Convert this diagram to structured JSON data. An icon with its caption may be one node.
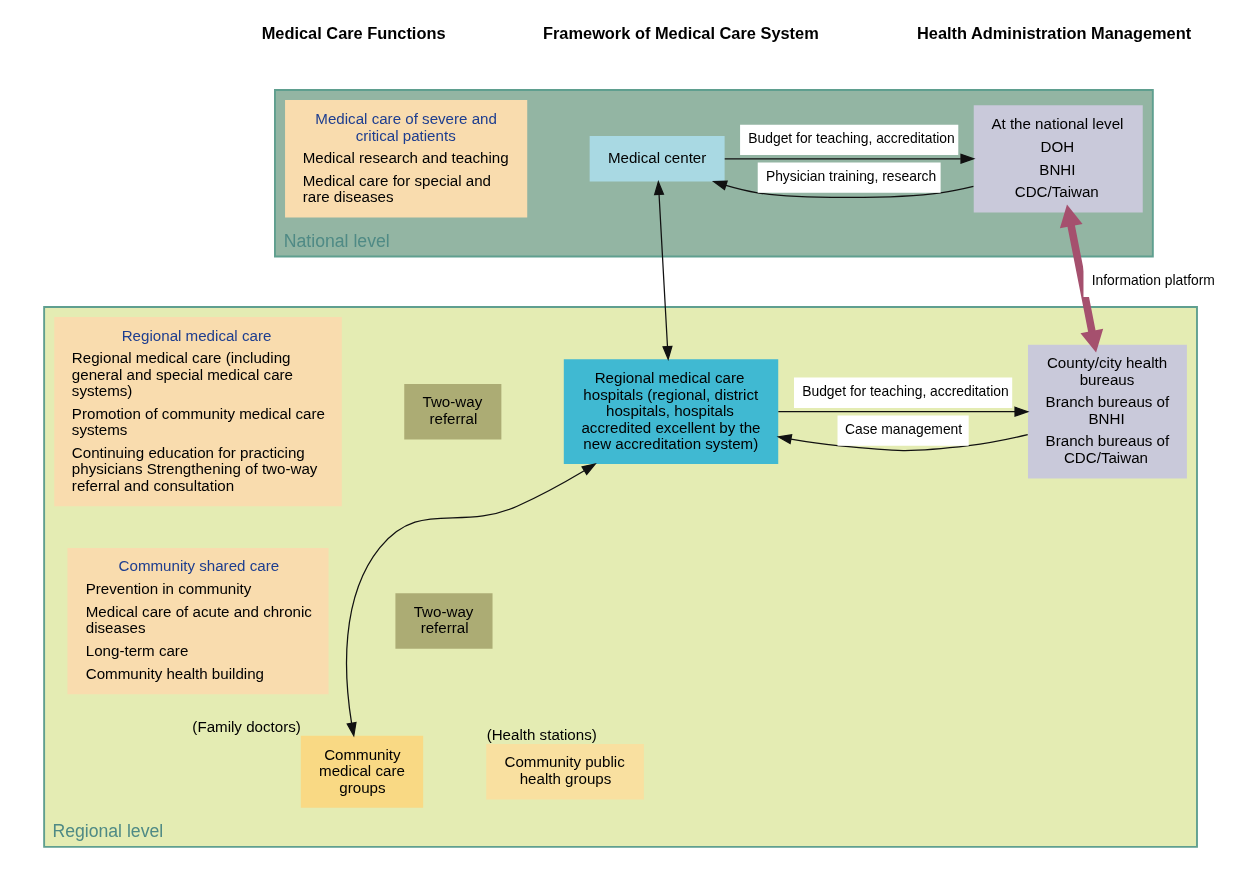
{
  "diagram": {
    "nodes": [
      {
        "text": [
          "National level"
        ]
      },
      {
        "text": [
          "Medical care of severe and critical patients",
          "Medical research and teaching",
          "Medical care for special and rare diseases"
        ],
        "in": 0
      },
      {
        "text": [
          "Medical center"
        ],
        "in": 0
      },
      {
        "text": [
          "At the national level",
          "DOH",
          "BNHI",
          "CDC/Taiwan"
        ],
        "in": 0
      },
      {
        "text": [
          "Regional level"
        ]
      },
      {
        "text": [
          "Regional medical care",
          "Regional medical care (including general and special medical care systems)",
          "Promotion of community medical care systems",
          "Continuing education for practicing physicians Strengthening of two-way referral and consultation"
        ],
        "in": 4
      },
      {
        "text": [
          "Two-way referral"
        ],
        "in": 4
      },
      {
        "text": [
          "Regional medical care hospitals (regional, district hospitals, hospitals accredited excellent by the new accreditation system)"
        ],
        "in": 4
      },
      {
        "text": [
          "County/city health bureaus",
          "Branch bureaus of BNHI",
          "Branch bureaus of CDC/Taiwan"
        ],
        "in": 4
      },
      {
        "text": [
          "Community shared care",
          "Prevention in community",
          "Medical care of acute and chronic diseases",
          "Long-term care",
          "Community health building"
        ],
        "in": 4
      },
      {
        "text": [
          "Two-way referral"
        ],
        "in": 4
      },
      {
        "text": [
          "Community medical care groups"
        ],
        "in": 4,
        "beside": [
          "(Family doctors)"
        ]
      },
      {
        "text": [
          "Community public health groups"
        ],
        "in": 4,
        "beside": [
          "(Health stations)"
        ]
      }
    ],
    "edges": [
      {
        "from": 2,
        "to": 3,
        "arrow": "to",
        "label": "Budget for teaching, accreditation"
      },
      {
        "from": 3,
        "to": 2,
        "arrow": "to",
        "label": "Physician training, research"
      },
      {
        "from": 2,
        "to": 7,
        "arrow": "both"
      },
      {
        "from": 3,
        "to": 8,
        "arrow": "both",
        "style": "thick",
        "color": "#a5506e",
        "label": "Information platform"
      },
      {
        "from": 7,
        "to": 8,
        "arrow": "to",
        "label": "Budget for teaching, accreditation"
      },
      {
        "from": 8,
        "to": 7,
        "arrow": "to",
        "label": "Case management"
      },
      {
        "from": 7,
        "to": 11,
        "arrow": "both"
      }
    ],
    "labels": [
      "Medical Care Functions",
      "Framework of Medical Care System",
      "Health Administration Management"
    ]
  }
}
